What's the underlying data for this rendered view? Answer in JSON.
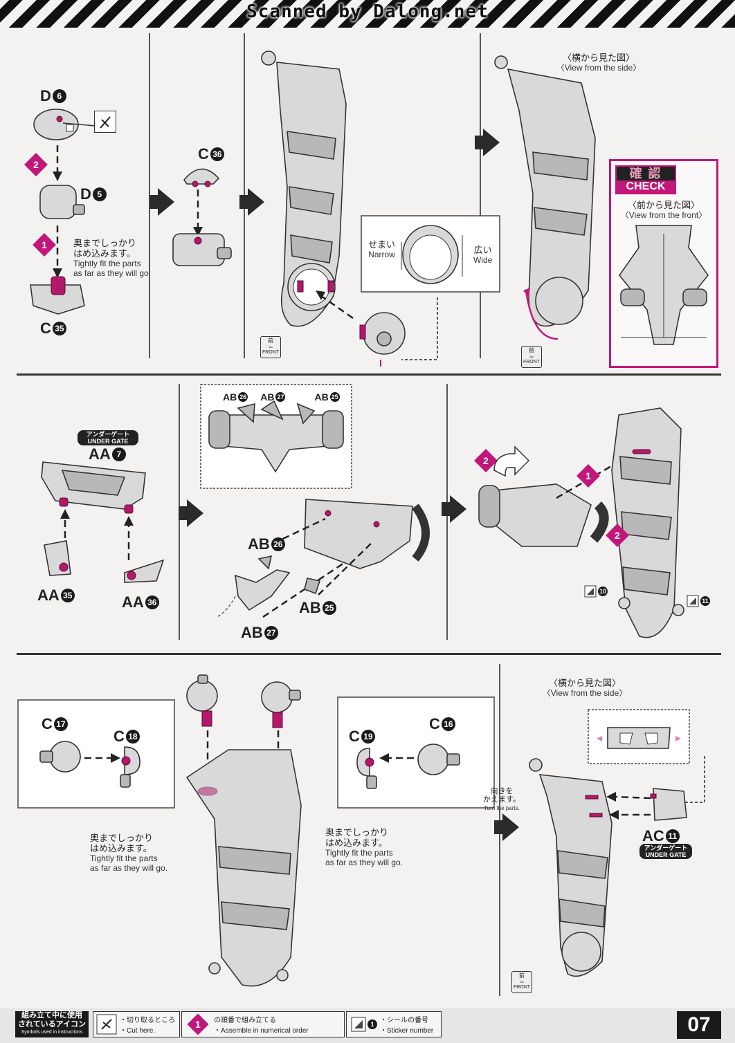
{
  "header": {
    "scan_credit": "Scanned by Dalong.net"
  },
  "panel1": {
    "d6": {
      "letter": "D",
      "num": "6"
    },
    "d5": {
      "letter": "D",
      "num": "5"
    },
    "c35": {
      "letter": "C",
      "num": "35"
    },
    "c36": {
      "letter": "C",
      "num": "36"
    },
    "step2": "2",
    "step1": "1",
    "fit_jp_1": "奥までしっかり",
    "fit_jp_2": "はめ込みます。",
    "fit_en_1": "Tightly fit the parts",
    "fit_en_2": "as far as they will go.",
    "narrow_jp": "せまい",
    "narrow_en": "Narrow",
    "wide_jp": "広い",
    "wide_en": "Wide",
    "side_jp": "〈横から見た図〉",
    "side_en": "〈View from the side〉",
    "check_jp": "確 認",
    "check_en": "CHECK",
    "frontview_jp": "〈前から見た図〉",
    "frontview_en": "〈View from the front〉",
    "front_jp": "前",
    "front_en": "FRONT"
  },
  "panel2": {
    "under_gate_jp": "アンダーゲート",
    "under_gate_en": "UNDER GATE",
    "aa7": {
      "letter": "AA",
      "num": "7"
    },
    "aa35": {
      "letter": "AA",
      "num": "35"
    },
    "aa36": {
      "letter": "AA",
      "num": "36"
    },
    "ab26": {
      "letter": "AB",
      "num": "26"
    },
    "ab27": {
      "letter": "AB",
      "num": "27"
    },
    "ab25": {
      "letter": "AB",
      "num": "25"
    },
    "step1": "1",
    "step2": "2",
    "sticker10": "10",
    "sticker11": "11"
  },
  "panel3": {
    "c17": {
      "letter": "C",
      "num": "17"
    },
    "c18": {
      "letter": "C",
      "num": "18"
    },
    "c19": {
      "letter": "C",
      "num": "19"
    },
    "c16": {
      "letter": "C",
      "num": "16"
    },
    "fit_jp_1": "奥までしっかり",
    "fit_jp_2": "はめ込みます。",
    "fit_en_1": "Tightly fit the parts",
    "fit_en_2": "as far as they will go.",
    "side_jp": "〈横から見た図〉",
    "side_en": "〈View from the side〉",
    "turn_jp_1": "向きを",
    "turn_jp_2": "かえます。",
    "turn_en": "Turn the parts.",
    "ac11": {
      "letter": "AC",
      "num": "11"
    },
    "under_gate_jp": "アンダーゲート",
    "under_gate_en": "UNDER GATE",
    "front_jp": "前",
    "front_en": "FRONT"
  },
  "footer": {
    "legend_jp_1": "組み立て中に使用",
    "legend_jp_2": "されているアイコン",
    "legend_en": "Symbols used in instructions",
    "cut_jp": "・切り取るところ",
    "cut_en": "・Cut here.",
    "order_jp": "の順番で組み立てる",
    "order_en": "・Assemble in numerical order",
    "sticker_jp": "・シールの番号",
    "sticker_en": "・Sticker number",
    "step_num": "1",
    "sticker_num": "1",
    "page": "07"
  },
  "colors": {
    "accent": "#c2177a",
    "line": "#333333",
    "paper": "#f4f2f1"
  }
}
